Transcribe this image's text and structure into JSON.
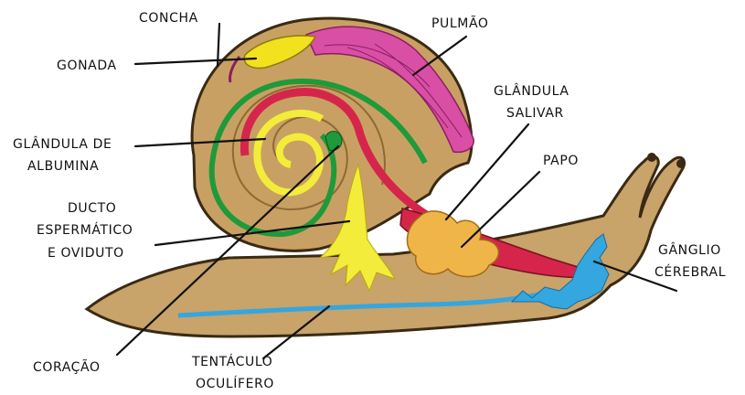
{
  "labels": {
    "concha": "CONCHA",
    "gonada": "GONADA",
    "pulmao": "PULMÃO",
    "glandula_salivar_1": "GLÂNDULA",
    "glandula_salivar_2": "SALIVAR",
    "glandula_albumina_1": "GLÂNDULA DE",
    "glandula_albumina_2": "ALBUMINA",
    "papo": "PAPO",
    "ducto_1": "DUCTO",
    "ducto_2": "ESPERMÁTICO",
    "ducto_3": "E OVIDUTO",
    "ganglio_1": "GÂNGLIO",
    "ganglio_2": "CÉREBRAL",
    "coracao": "CORAÇÃO",
    "tentaculo_1": "TENTÁCULO",
    "tentaculo_2": "OCULÍFERO"
  },
  "colors": {
    "body": "#c8a36a",
    "shell": "#c9a063",
    "outline": "#3a2a14",
    "lung": "#d94fa5",
    "gonad": "#f2e21e",
    "intestine_green": "#1f9a3a",
    "digestive_red": "#d6254a",
    "albumin_gland": "#f3ec3a",
    "salivary_gland": "#f0b548",
    "nerve_blue": "#34a6e0"
  }
}
